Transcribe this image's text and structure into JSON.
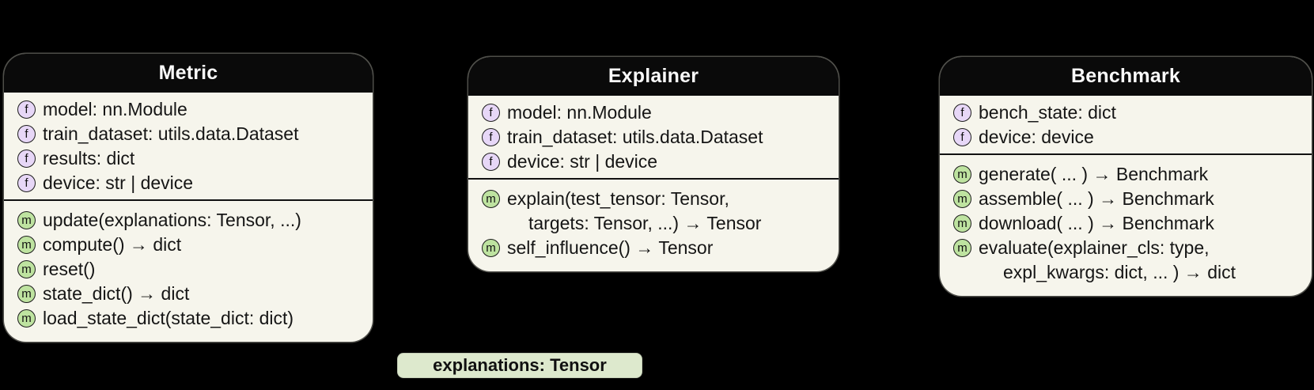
{
  "icons": {
    "field": "f",
    "method": "m"
  },
  "colors": {
    "canvas_bg": "#000000",
    "card_body": "#f6f5ec",
    "card_header": "#0a0a0a",
    "field_icon_bg": "#e7d7f7",
    "method_icon_bg": "#bee3a0",
    "badge_bg": "#dde9cd",
    "text": "#151515",
    "divider": "#111111"
  },
  "classes": [
    {
      "name": "Metric",
      "fields": [
        "model: nn.Module",
        "train_dataset: utils.data.Dataset",
        "results: dict",
        "device: str | device"
      ],
      "methods": [
        "update(explanations: Tensor, ...)",
        "compute() → dict",
        "reset()",
        "state_dict() → dict",
        "load_state_dict(state_dict: dict)"
      ]
    },
    {
      "name": "Explainer",
      "fields": [
        "model: nn.Module",
        "train_dataset: utils.data.Dataset",
        "device: str | device"
      ],
      "methods": [
        "explain(test_tensor: Tensor,",
        "targets: Tensor, ...) → Tensor",
        "self_influence() → Tensor"
      ]
    },
    {
      "name": "Benchmark",
      "fields": [
        "bench_state: dict",
        "device: device"
      ],
      "methods": [
        "generate( ... ) → Benchmark",
        "assemble( ... ) → Benchmark",
        "download( ... ) → Benchmark",
        "evaluate(explainer_cls: type,",
        "expl_kwargs: dict, ... ) → dict"
      ]
    }
  ],
  "badge": {
    "label": "explanations: Tensor"
  }
}
